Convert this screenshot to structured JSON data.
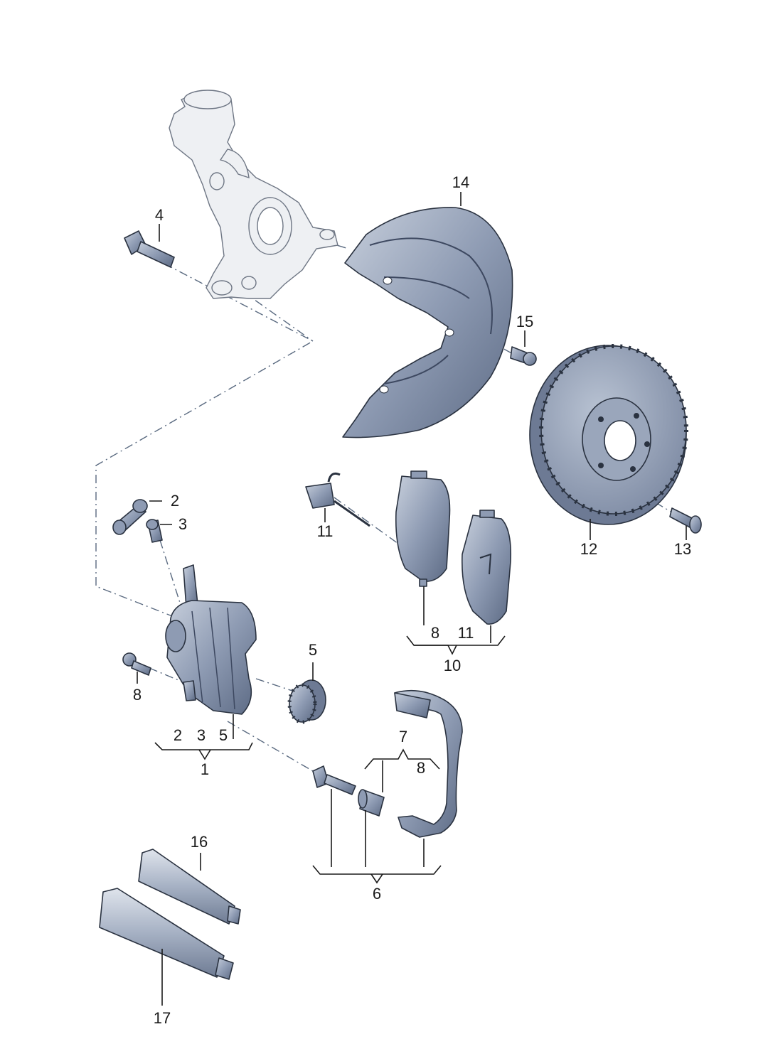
{
  "callouts": {
    "c1": "1",
    "c2": "2",
    "c2b": "2",
    "c3": "3",
    "c3b": "3",
    "c4": "4",
    "c5": "5",
    "c5b": "5",
    "c6": "6",
    "c7": "7",
    "c8a": "8",
    "c8b": "8",
    "c8c": "8",
    "c10": "10",
    "c11a": "11",
    "c11b": "11",
    "c12": "12",
    "c13": "13",
    "c14": "14",
    "c15": "15",
    "c16": "16",
    "c17": "17"
  },
  "colors": {
    "ghost_fill": "#eef0f3",
    "part_fill": "#8e9bb3",
    "part_dark": "#5c6a84",
    "leader": "#1a1a1a"
  }
}
